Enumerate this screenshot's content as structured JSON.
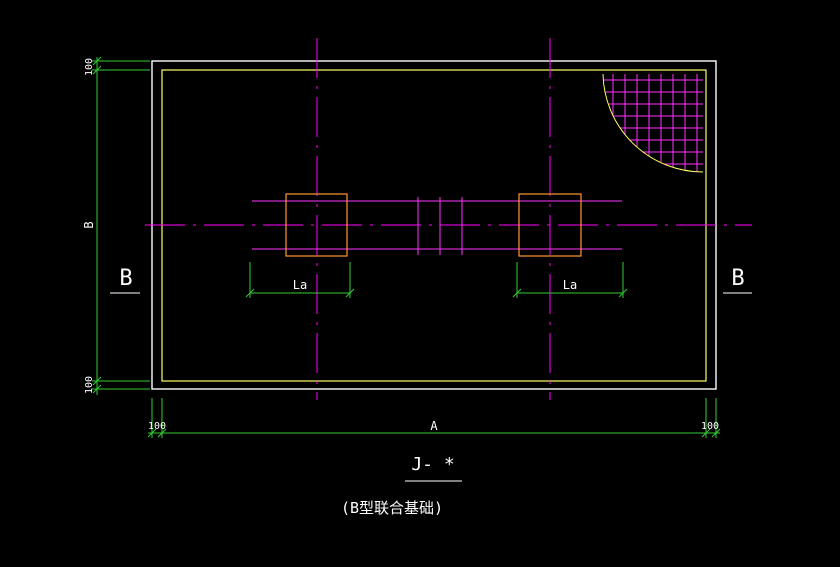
{
  "drawing": {
    "dim_outer_width_label": "A",
    "dim_outer_height_label": "B",
    "dim_offset_label": "100",
    "anchor_length_label": "La",
    "section_mark": "B",
    "footing_id": "J- *",
    "footing_caption": "(B型联合基础)"
  },
  "colors": {
    "background": "#000000",
    "outline": "#ffffff",
    "inner_outline": "#ffff66",
    "centerline": "#ff00ff",
    "rebar": "#ff33ff",
    "column": "#ff9933",
    "dimension": "#33cc33",
    "text": "#ffffff"
  }
}
